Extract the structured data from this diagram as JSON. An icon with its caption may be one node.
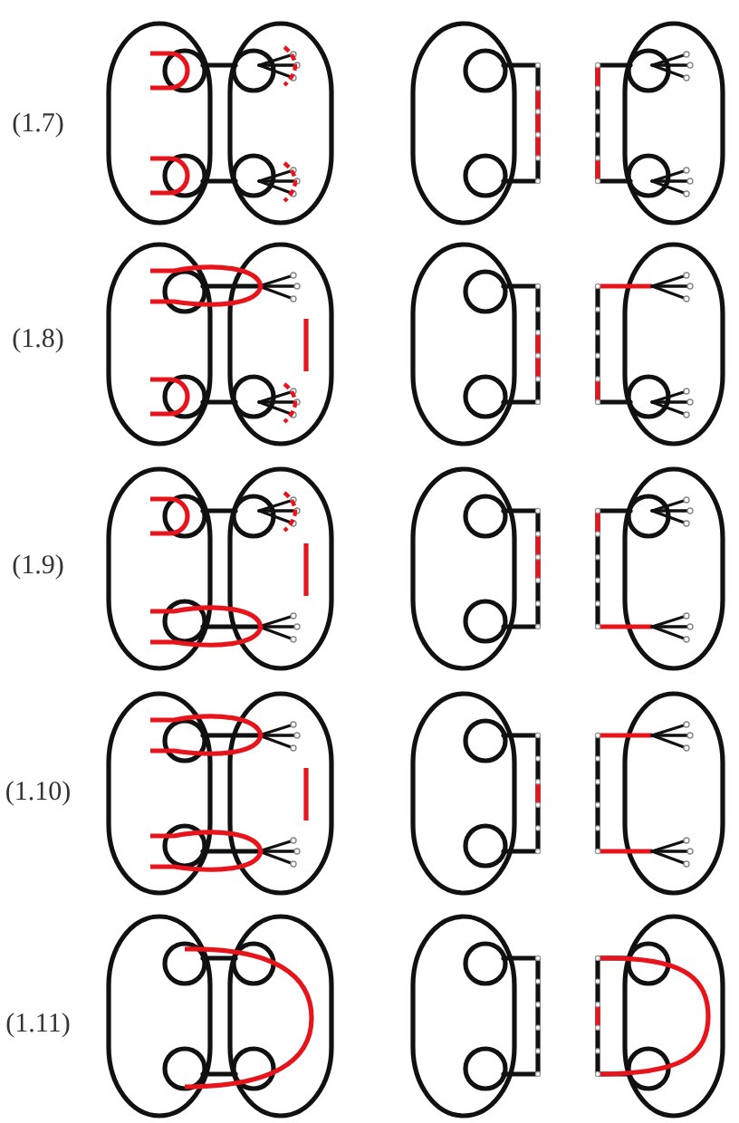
{
  "diagram": {
    "labels": [
      "(1.7)",
      "(1.8)",
      "(1.9)",
      "(1.10)",
      "(1.11)"
    ]
  }
}
